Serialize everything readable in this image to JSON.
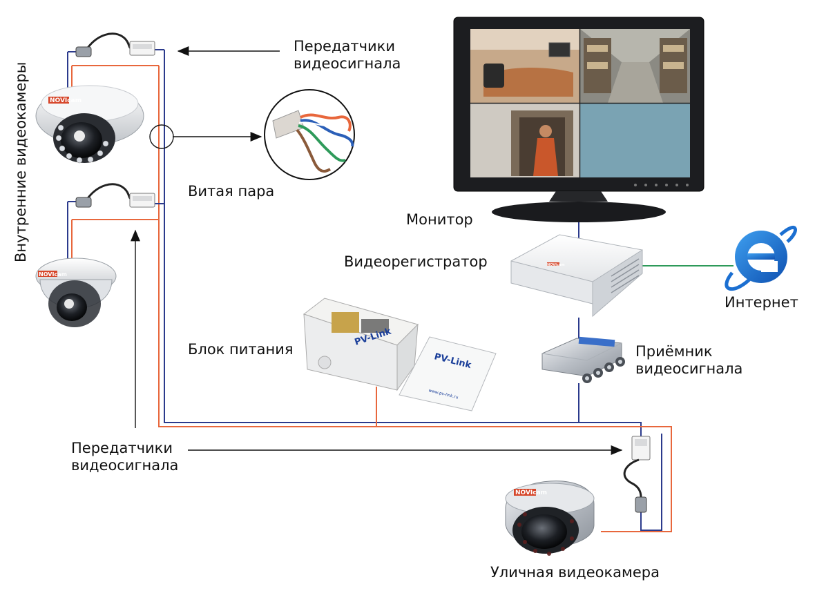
{
  "labels": {
    "indoor_cameras": "Внутренние видеокамеры",
    "transmitters_top_line1": "Передатчики",
    "transmitters_top_line2": "видеосигнала",
    "twisted_pair": "Витая пара",
    "monitor": "Монитор",
    "dvr": "Видеорегистратор",
    "internet": "Интернет",
    "power_supply": "Блок питания",
    "receiver_line1": "Приёмник",
    "receiver_line2": "видеосигнала",
    "transmitters_bottom_line1": "Передатчики",
    "transmitters_bottom_line2": "видеосигнала",
    "outdoor_camera": "Уличная видеокамера"
  },
  "brands": {
    "camera_brand": "NOVIcam",
    "psu_brand": "PV-Link",
    "psu_url": "www.pv-link.ru"
  },
  "colors": {
    "video_line": "#2b3a8c",
    "power_line": "#e8673c",
    "internet_line": "#2e9a5a",
    "ie_blue": "#1b6fd1"
  }
}
